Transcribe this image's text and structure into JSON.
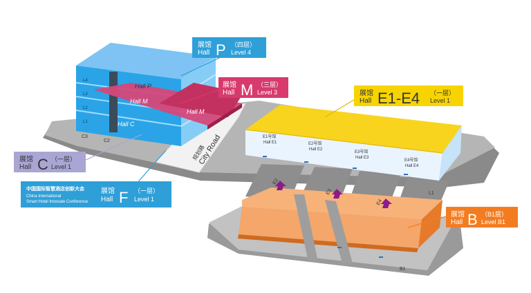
{
  "labels": {
    "hall_p": {
      "cn": "展馆",
      "hall": "Hall",
      "letter": "P",
      "floor_cn": "（四层）",
      "level": "Level 4",
      "color": "#2f9fd8"
    },
    "hall_m": {
      "cn": "展馆",
      "hall": "Hall",
      "letter": "M",
      "floor_cn": "（三层）",
      "level": "Level 3",
      "color": "#d83a6e"
    },
    "hall_e": {
      "cn": "展馆",
      "hall": "Hall",
      "letter": "E1-E4",
      "floor_cn": "（一层）",
      "level": "Level 1",
      "color": "#f7d400"
    },
    "hall_c": {
      "cn": "展馆",
      "hall": "Hall",
      "letter": "C",
      "floor_cn": "（一层）",
      "level": "Level 1",
      "color": "#a9a6d4"
    },
    "hall_f": {
      "cn": "展馆",
      "hall": "Hall",
      "letter": "F",
      "floor_cn": "（一层）",
      "level": "Level 1",
      "color": "#2f9fd8"
    },
    "hall_b": {
      "cn": "展馆",
      "hall": "Hall",
      "letter": "B",
      "floor_cn": "（B1层）",
      "level": "Level B1",
      "color": "#f47c20"
    }
  },
  "conference": {
    "cn": "中国国际智慧酒店创新大会",
    "en_line1": "China International",
    "en_line2": "Smart Hotel Innovate Conference"
  },
  "building": {
    "hall_p_label": "Hall P",
    "hall_m_label_a": "Hall M",
    "hall_m_label_b": "Hall M",
    "hall_c_label": "Hall C",
    "levels": [
      "L4",
      "L3",
      "L2",
      "L1"
    ]
  },
  "road": {
    "cn": "规划路",
    "en": "City Road"
  },
  "sub_halls": [
    {
      "cn": "E1号馆",
      "en": "Hall E1"
    },
    {
      "cn": "E2号馆",
      "en": "Hall E2"
    },
    {
      "cn": "E3号馆",
      "en": "Hall E3"
    },
    {
      "cn": "E4号馆",
      "en": "Hall E4"
    }
  ],
  "markers": {
    "c3": "C3",
    "c2": "C2",
    "e2": "E2",
    "e3": "E3",
    "e4": "E4",
    "l1": "L1",
    "b1": "B1"
  }
}
